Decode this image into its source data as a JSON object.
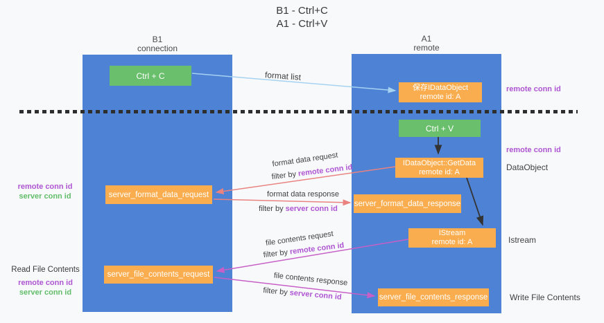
{
  "title": {
    "line1": "B1 - Ctrl+C",
    "line2": "A1 - Ctrl+V"
  },
  "columns": {
    "left": {
      "name": "B1",
      "role": "connection"
    },
    "right": {
      "name": "A1",
      "role": "remote"
    }
  },
  "nodes": {
    "ctrl_c": {
      "label": "Ctrl + C"
    },
    "ctrl_v": {
      "label": "Ctrl + V"
    },
    "save_dataobject": {
      "line1": "保存IDataObject",
      "line2": "remote id: A"
    },
    "getdata": {
      "line1": "IDataObject::GetData",
      "line2": "remote id: A"
    },
    "istream": {
      "line1": "IStream",
      "line2": "remote id: A"
    },
    "server_format_data_request": {
      "label": "server_format_data_request"
    },
    "server_format_data_response": {
      "label": "server_format_data_response"
    },
    "server_file_contents_request": {
      "label": "server_file_contents_request"
    },
    "server_file_contents_response": {
      "label": "server_file_contents_response"
    }
  },
  "arrow_labels": {
    "format_list": "format list",
    "format_data_request": "format data request",
    "format_data_response": "format data response",
    "file_contents_request": "file contents request",
    "file_contents_response": "file contents response",
    "filter_by": "filter by",
    "remote_conn_id": "remote conn id",
    "server_conn_id": "server conn id"
  },
  "side_labels": {
    "remote_conn_id": "remote conn id",
    "server_conn_id": "server conn id",
    "dataobject": "DataObject",
    "istream": "Istream",
    "read_file_contents": "Read File Contents",
    "write_file_contents": "Write File Contents"
  },
  "colors": {
    "lifeline_blue": "#4e82d4",
    "node_orange": "#f9ad4e",
    "node_green": "#6abf6c",
    "conn_purple": "#ae55d2",
    "conn_green": "#62bd6a",
    "arrow_blue": "#a6d2f2",
    "arrow_salmon": "#ea8380",
    "arrow_magenta": "#c75fc7",
    "arrow_black": "#333333",
    "background": "#f8f9fb"
  }
}
